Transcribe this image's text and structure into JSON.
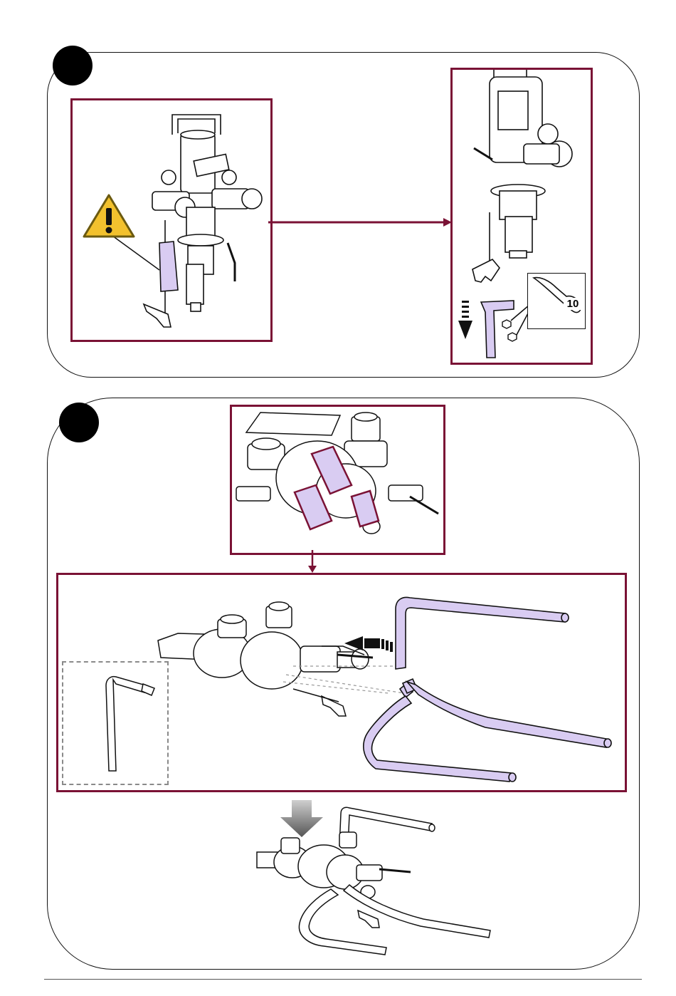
{
  "steps": [
    {
      "id": 1,
      "badge": ""
    },
    {
      "id": 2,
      "badge": ""
    }
  ],
  "callouts": {
    "wrench_size": "10"
  },
  "colors": {
    "frame": "#7a1235",
    "highlight": "#d9ccf2",
    "outline": "#111111",
    "dashed": "#8a8a8a",
    "warning_fill": "#f2c12e"
  },
  "icons": {
    "warning": "warning-triangle-icon",
    "wrench": "open-end-wrench-icon",
    "down_arrow": "dashed-down-arrow-icon",
    "insert_arrow": "dashed-left-arrow-icon"
  }
}
